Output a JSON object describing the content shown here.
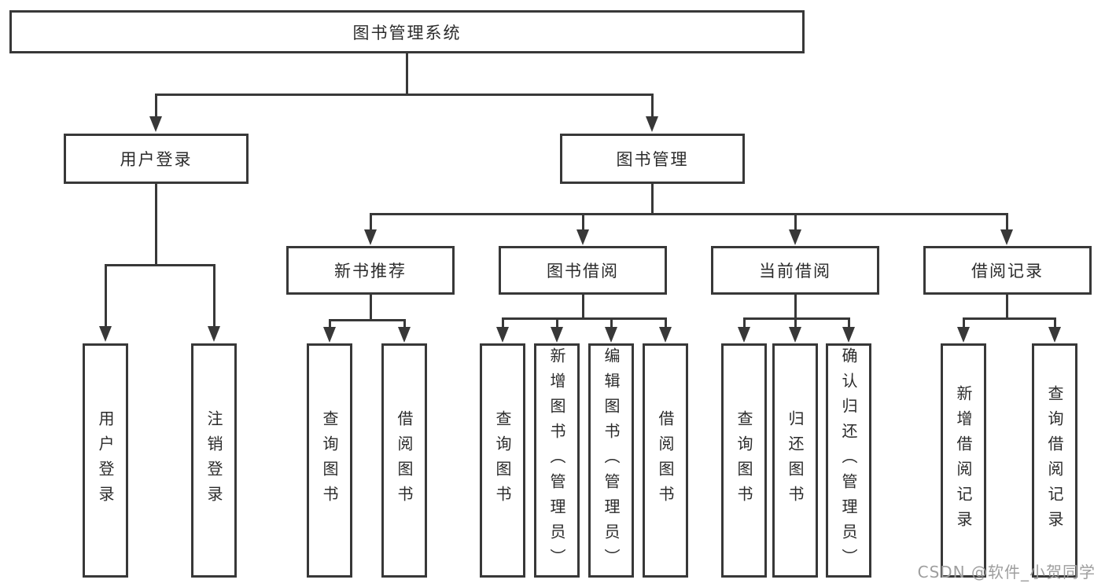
{
  "diagram_type": "hierarchy-tree",
  "colors": {
    "line": "#383838",
    "text": "#2b2b2b",
    "background": "#ffffff",
    "watermark": "#9e9e9e"
  },
  "tree": {
    "root": {
      "label": "图书管理系统",
      "children": [
        {
          "label": "用户登录",
          "children": [
            {
              "label": "用户登录"
            },
            {
              "label": "注销登录"
            }
          ]
        },
        {
          "label": "图书管理",
          "children": [
            {
              "label": "新书推荐",
              "children": [
                {
                  "label": "查询图书"
                },
                {
                  "label": "借阅图书"
                }
              ]
            },
            {
              "label": "图书借阅",
              "children": [
                {
                  "label": "查询图书"
                },
                {
                  "label": "新增图书（管理员）"
                },
                {
                  "label": "编辑图书（管理员）"
                },
                {
                  "label": "借阅图书"
                }
              ]
            },
            {
              "label": "当前借阅",
              "children": [
                {
                  "label": "查询图书"
                },
                {
                  "label": "归还图书"
                },
                {
                  "label": "确认归还（管理员）"
                }
              ]
            },
            {
              "label": "借阅记录",
              "children": [
                {
                  "label": "新增借阅记录"
                },
                {
                  "label": "查询借阅记录"
                }
              ]
            }
          ]
        }
      ]
    }
  },
  "watermark": "CSDN @软件_小贺同学"
}
